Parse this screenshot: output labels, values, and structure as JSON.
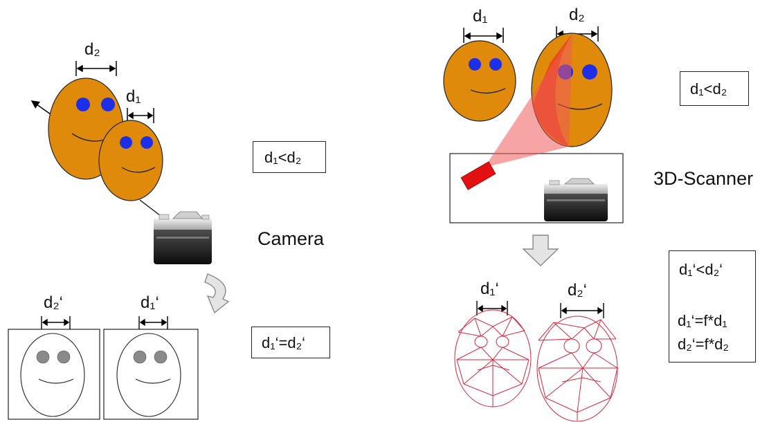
{
  "left": {
    "d1_label": "d₁",
    "d2_label": "d₂",
    "relation": "d₁<d₂",
    "device_label": "Camera",
    "image_d1_label": "d₁‘",
    "image_d2_label": "d₂‘",
    "image_relation": "d₁‘=d₂‘"
  },
  "right": {
    "d1_label": "d₁",
    "d2_label": "d₂",
    "relation": "d₁<d₂",
    "device_label": "3D-Scanner",
    "mesh_d1_label": "d₁‘",
    "mesh_d2_label": "d₂‘",
    "result_line1": "d₁‘<d₂‘",
    "result_line2": "d₁‘=f*d₁",
    "result_line3": "d₂‘=f*d₂"
  },
  "colors": {
    "face_fill": "#e08a0c",
    "eye_fill": "#1d2fe6",
    "beam": "#ee5a5a",
    "laser": "#e21010",
    "mesh": "#d8243a",
    "flat_eye": "#8a8a8a"
  },
  "icons": [
    "camera-icon",
    "down-arrow-icon",
    "curved-arrow-icon",
    "laser-icon"
  ]
}
